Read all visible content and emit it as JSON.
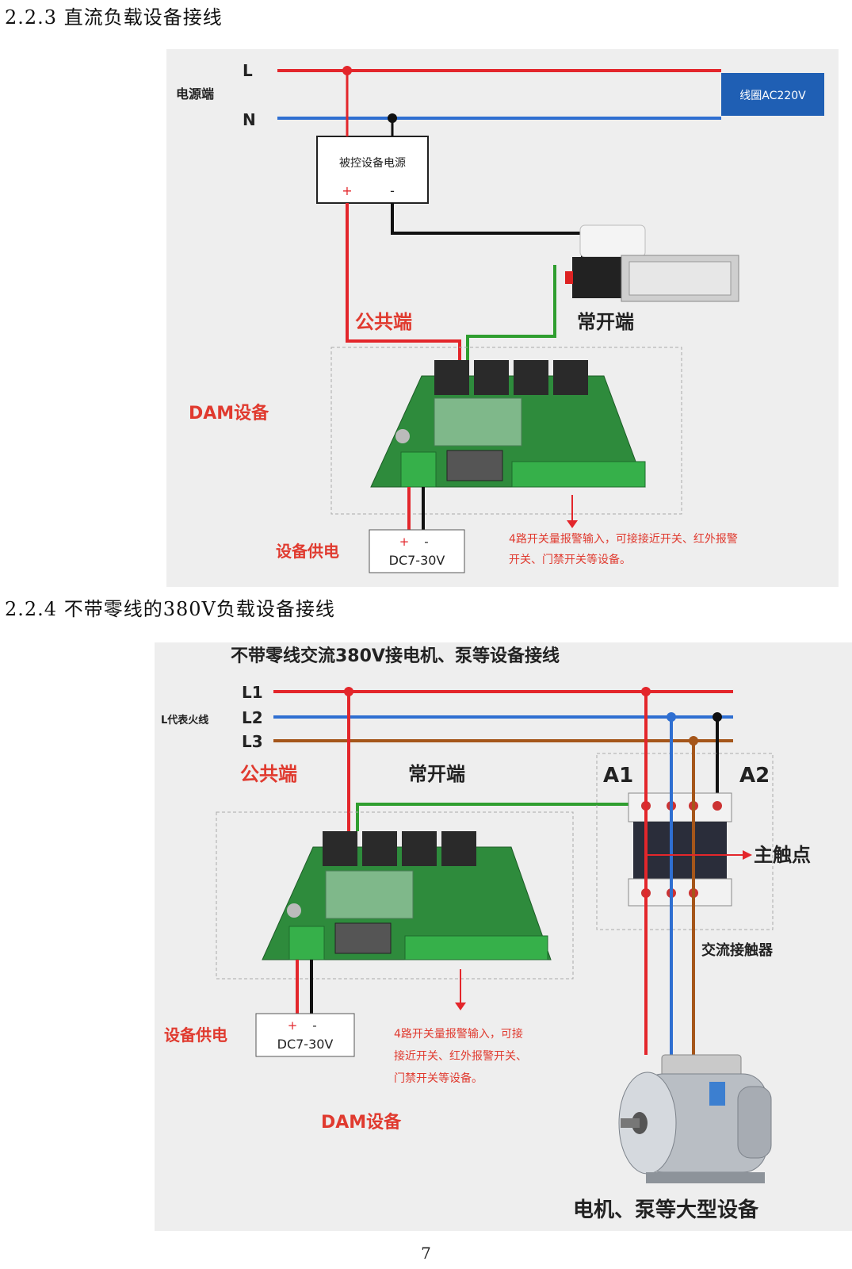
{
  "section_223": {
    "heading": "2.2.3 直流负载设备接线",
    "figure": {
      "line_l": "L",
      "line_n": "N",
      "power_side": "电源端",
      "coil_box": "线圈AC220V",
      "controlled_power": "被控设备电源",
      "plus": "+",
      "minus": "-",
      "common": "公共端",
      "normally_open": "常开端",
      "dam_device": "DAM设备",
      "device_power": "设备供电",
      "dc_plus": "+",
      "dc_minus": "-",
      "dc_range": "DC7-30V",
      "alarm_note_1": "4路开关量报警输入，可接接近开关、红外报警",
      "alarm_note_2": "开关、门禁开关等设备。"
    }
  },
  "section_224": {
    "heading": "2.2.4 不带零线的380V负载设备接线",
    "figure": {
      "title": "不带零线交流380V接电机、泵等设备接线",
      "l1": "L1",
      "l2": "L2",
      "l3": "L3",
      "l_note": "L代表火线",
      "common": "公共端",
      "normally_open": "常开端",
      "a1": "A1",
      "a2": "A2",
      "main_contact": "主触点",
      "contactor": "交流接触器",
      "device_power": "设备供电",
      "dc_plus": "+",
      "dc_minus": "-",
      "dc_range": "DC7-30V",
      "alarm_note_1": "4路开关量报警输入，可接",
      "alarm_note_2": "接近开关、红外报警开关、",
      "alarm_note_3": "门禁开关等设备。",
      "dam_device": "DAM设备",
      "motor_label": "电机、泵等大型设备"
    }
  },
  "page_number": "7",
  "colors": {
    "live": "#e3262b",
    "neutral": "#2f6fd1",
    "brown": "#a5561a",
    "green": "#2f9e2f",
    "black": "#111111",
    "label_red": "#e03a2f",
    "board_green": "#2e8b3c"
  }
}
